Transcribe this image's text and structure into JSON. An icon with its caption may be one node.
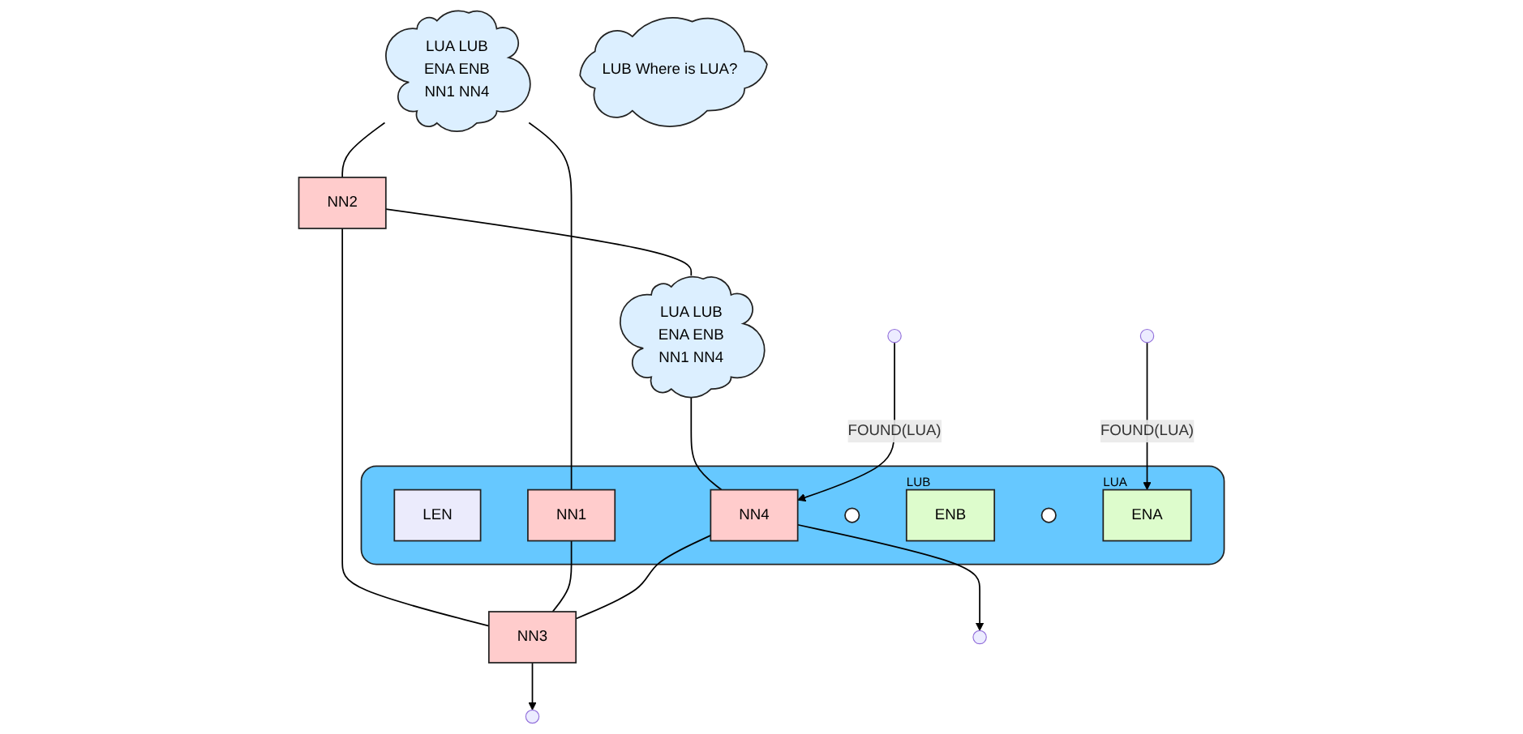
{
  "diagram": {
    "nodes": [
      {
        "text": [],
        "shape": "box"
      },
      {
        "text": [
          "LUA LUB",
          "ENA ENB",
          "NN1 NN4"
        ]
      },
      {
        "text": [
          "NN2"
        ]
      },
      {
        "text": [
          "LUA LUB",
          "ENA ENB",
          "NN1 NN4"
        ]
      },
      {
        "text": [
          "LUB Where is LUA?"
        ]
      },
      {
        "text": [
          "LEN"
        ],
        "in": 0
      },
      {
        "text": [
          "NN1"
        ],
        "in": 0
      },
      {
        "text": [
          "NN4"
        ],
        "in": 0
      },
      {
        "text": [],
        "shape": "ellipse",
        "in": 0
      },
      {
        "text": [
          "ENB"
        ],
        "beside": [
          "LUB"
        ],
        "in": 0
      },
      {
        "text": [],
        "shape": "ellipse",
        "in": 0
      },
      {
        "text": [
          "ENA"
        ],
        "beside": [
          "LUA"
        ],
        "in": 0
      },
      {
        "text": [
          "NN3"
        ]
      }
    ],
    "edges": [
      {
        "from": 1,
        "to": 2,
        "arrow": "none"
      },
      {
        "from": 2,
        "to": 3,
        "arrow": "none"
      },
      {
        "from": 1,
        "to": 6,
        "arrow": "none"
      },
      {
        "from": 3,
        "to": 7,
        "arrow": "none"
      },
      {
        "from": 2,
        "to": 12,
        "arrow": "none"
      },
      {
        "from": 6,
        "to": 12,
        "arrow": "none"
      },
      {
        "from": 7,
        "to": 12,
        "arrow": "none"
      },
      {
        "from": null,
        "to": 7,
        "arrow": "to",
        "label": "FOUND(LUA)"
      },
      {
        "from": 7,
        "to": null,
        "arrow": "to"
      },
      {
        "from": 12,
        "to": null,
        "arrow": "to"
      },
      {
        "from": null,
        "to": 11,
        "arrow": "to",
        "label": "FOUND(LUA)"
      }
    ]
  }
}
